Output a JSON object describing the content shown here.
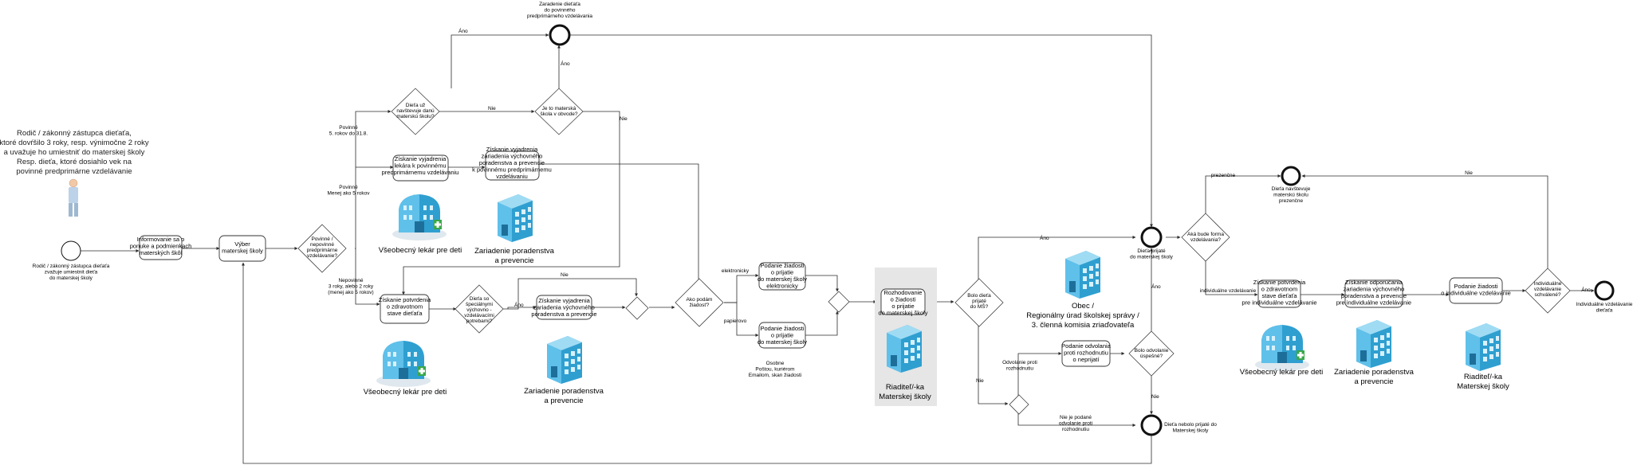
{
  "actor": {
    "description": [
      "Rodič / zákonný zástupca dieťaťa,",
      "ktoré dovŕšilo 3 roky, resp. výnimočne 2 roky",
      "a uvažuje ho umiestniť do materskej školy",
      "Resp. dieťa, ktoré dosiahlo vek na",
      "povinné predprimárne vzdelávanie"
    ]
  },
  "events": {
    "start": [
      "Rodič / zákonný zástupca dieťaťa",
      "zvažuje umiestnit dieťa",
      "do materskej školy"
    ],
    "end_top": [
      "Zaradenie dieťaťa",
      "do povinného",
      "predprimárneho vzdelávania"
    ],
    "accepted": [
      "Dieťa prijaté",
      "do materskej školy"
    ],
    "not_accepted": [
      "Dieťa nebolo prijaté do",
      "Materskej školy"
    ],
    "end_present": [
      "Dieťa navštevuje",
      "materskú školu",
      "prezenčne"
    ],
    "end_individual": [
      "Individuálne vzdelávanie",
      "dieťaťa"
    ]
  },
  "tasks": {
    "info": [
      "Informovanie sa o",
      "ponuke a podmienkach",
      "materských škôl"
    ],
    "choose": [
      "Výber",
      "materskej školy"
    ],
    "doctor_statement": [
      "Získanie vyjadrenia",
      "lekára k povinnému",
      "predprimárnemu vzdelávaniu"
    ],
    "counseling_statement": [
      "Získanie vyjadrenia",
      "zariadenia výchovného",
      "poradenstva a prevencie",
      "k povinnému predprimárnemu",
      "vzdelávaniu"
    ],
    "health_confirm": [
      "Získanie potvrdenia",
      "o zdravotnom",
      "stave dieťaťa"
    ],
    "counseling_statement2": [
      "Získanie vyjadrenia",
      "zariadenia výchovného",
      "poradenstva a prevencie"
    ],
    "app_electronic": [
      "Podanie žiadosti",
      "o prijatie",
      "do materskej školy",
      "elektronicky"
    ],
    "app_paper": [
      "Podanie žiadosti",
      "o prijatie",
      "do materskej školy"
    ],
    "decision": [
      "Rozhodovanie",
      "o žiadosti",
      "o prijatie",
      "do materskej školy"
    ],
    "appeal": [
      "Podanie odvolania",
      "proti rozhodnutiu",
      "o neprijatí"
    ],
    "health_confirm2": [
      "Získanie potvrdenia",
      "o zdravotnom",
      "stave dieťaťa",
      "pre individuálne vzdelávanie"
    ],
    "counseling_rec": [
      "Získanie odporúčania",
      "zariadenia výchovného",
      "poradenstva a prevencie",
      "pre individuálne vzdelávanie"
    ],
    "app_individual": [
      "Podanie žiadosti",
      "o individuálne vzdelávanie"
    ]
  },
  "gateways": {
    "mandatory": [
      "Povinné /",
      "nepovinné",
      "predprimárne",
      "vzdelávanie?"
    ],
    "already": [
      "Dieťa už",
      "navštevuje danú",
      "materskú školu?"
    ],
    "in_village": [
      "Je to materská",
      "škola v obvode?"
    ],
    "special": [
      "Dieťa so",
      "špeciálnymi",
      "výchovno -",
      "vzdelávacími",
      "potrebami?"
    ],
    "how_submit": [
      "Ako podám",
      "žiadosť?"
    ],
    "was_accepted": [
      "Bolo dieťa",
      "prijaté",
      "do MŠ?"
    ],
    "appeal_ok": [
      "Bolo odvolanie",
      "úspešné?"
    ],
    "form": [
      "Aká bude forma",
      "vzdelávania?"
    ],
    "individual_approved": [
      "Individuálne",
      "vzdelávanie",
      "schválené?"
    ]
  },
  "edge_labels": {
    "ano": "Áno",
    "nie": "Nie",
    "mandatory": [
      "Povinné",
      "5. rokov do 31.8."
    ],
    "mandatory_less": [
      "Povinné",
      "Menej ako 5 rokov"
    ],
    "optional": [
      "Nepovinné",
      "3 roky, alebo 2 roky",
      "(menej ako 5 rokov)"
    ],
    "electronic": "elektronicky",
    "paper": "papierovo",
    "paper_note": [
      "Osobne",
      "Poštou, kuriérom",
      "Emailom, skan žiadosti"
    ],
    "appeal_against": [
      "Odvolanie proti",
      "rozhodnutiu"
    ],
    "no_appeal": [
      "Nie je podané",
      "odvolanie proti",
      "rozhodnutiu"
    ],
    "present": "prezenčne",
    "individual": "individuálne vzdelávanie"
  },
  "resources": {
    "doctor": "Všeobecný lekár pre deti",
    "counseling": [
      "Zariadenie poradenstva",
      "a prevencie"
    ],
    "director": [
      "Riaditeľ/-ka",
      "Materskej školy"
    ],
    "municipality": [
      "Obec /",
      "Regionálny úrad školskej správy /",
      "3. členná komisia zriaďovateľa"
    ]
  },
  "colors": {
    "building_blue": "#2f9fd0",
    "building_dark": "#1d6f9a",
    "green_cross": "#3aa84a",
    "panel_grey": "#e6e6e6"
  }
}
